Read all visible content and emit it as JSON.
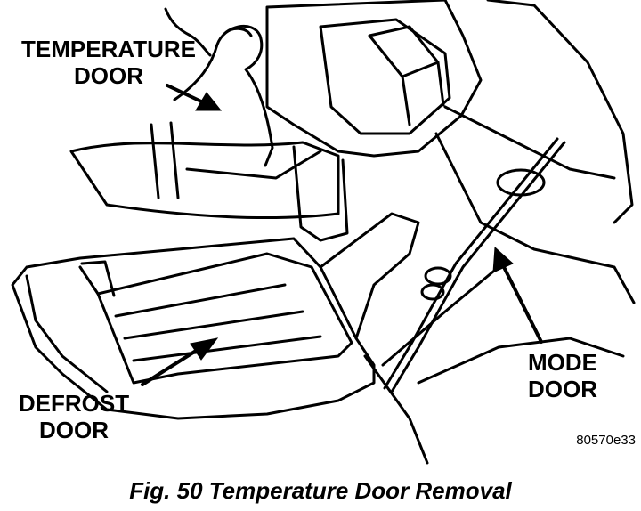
{
  "labels": {
    "temperature_door": [
      "TEMPERATURE",
      "DOOR"
    ],
    "defrost_door": [
      "DEFROST",
      "DOOR"
    ],
    "mode_door": [
      "MODE",
      "DOOR"
    ]
  },
  "figure_code": "80570e33",
  "caption": "Fig. 50 Temperature Door Removal"
}
